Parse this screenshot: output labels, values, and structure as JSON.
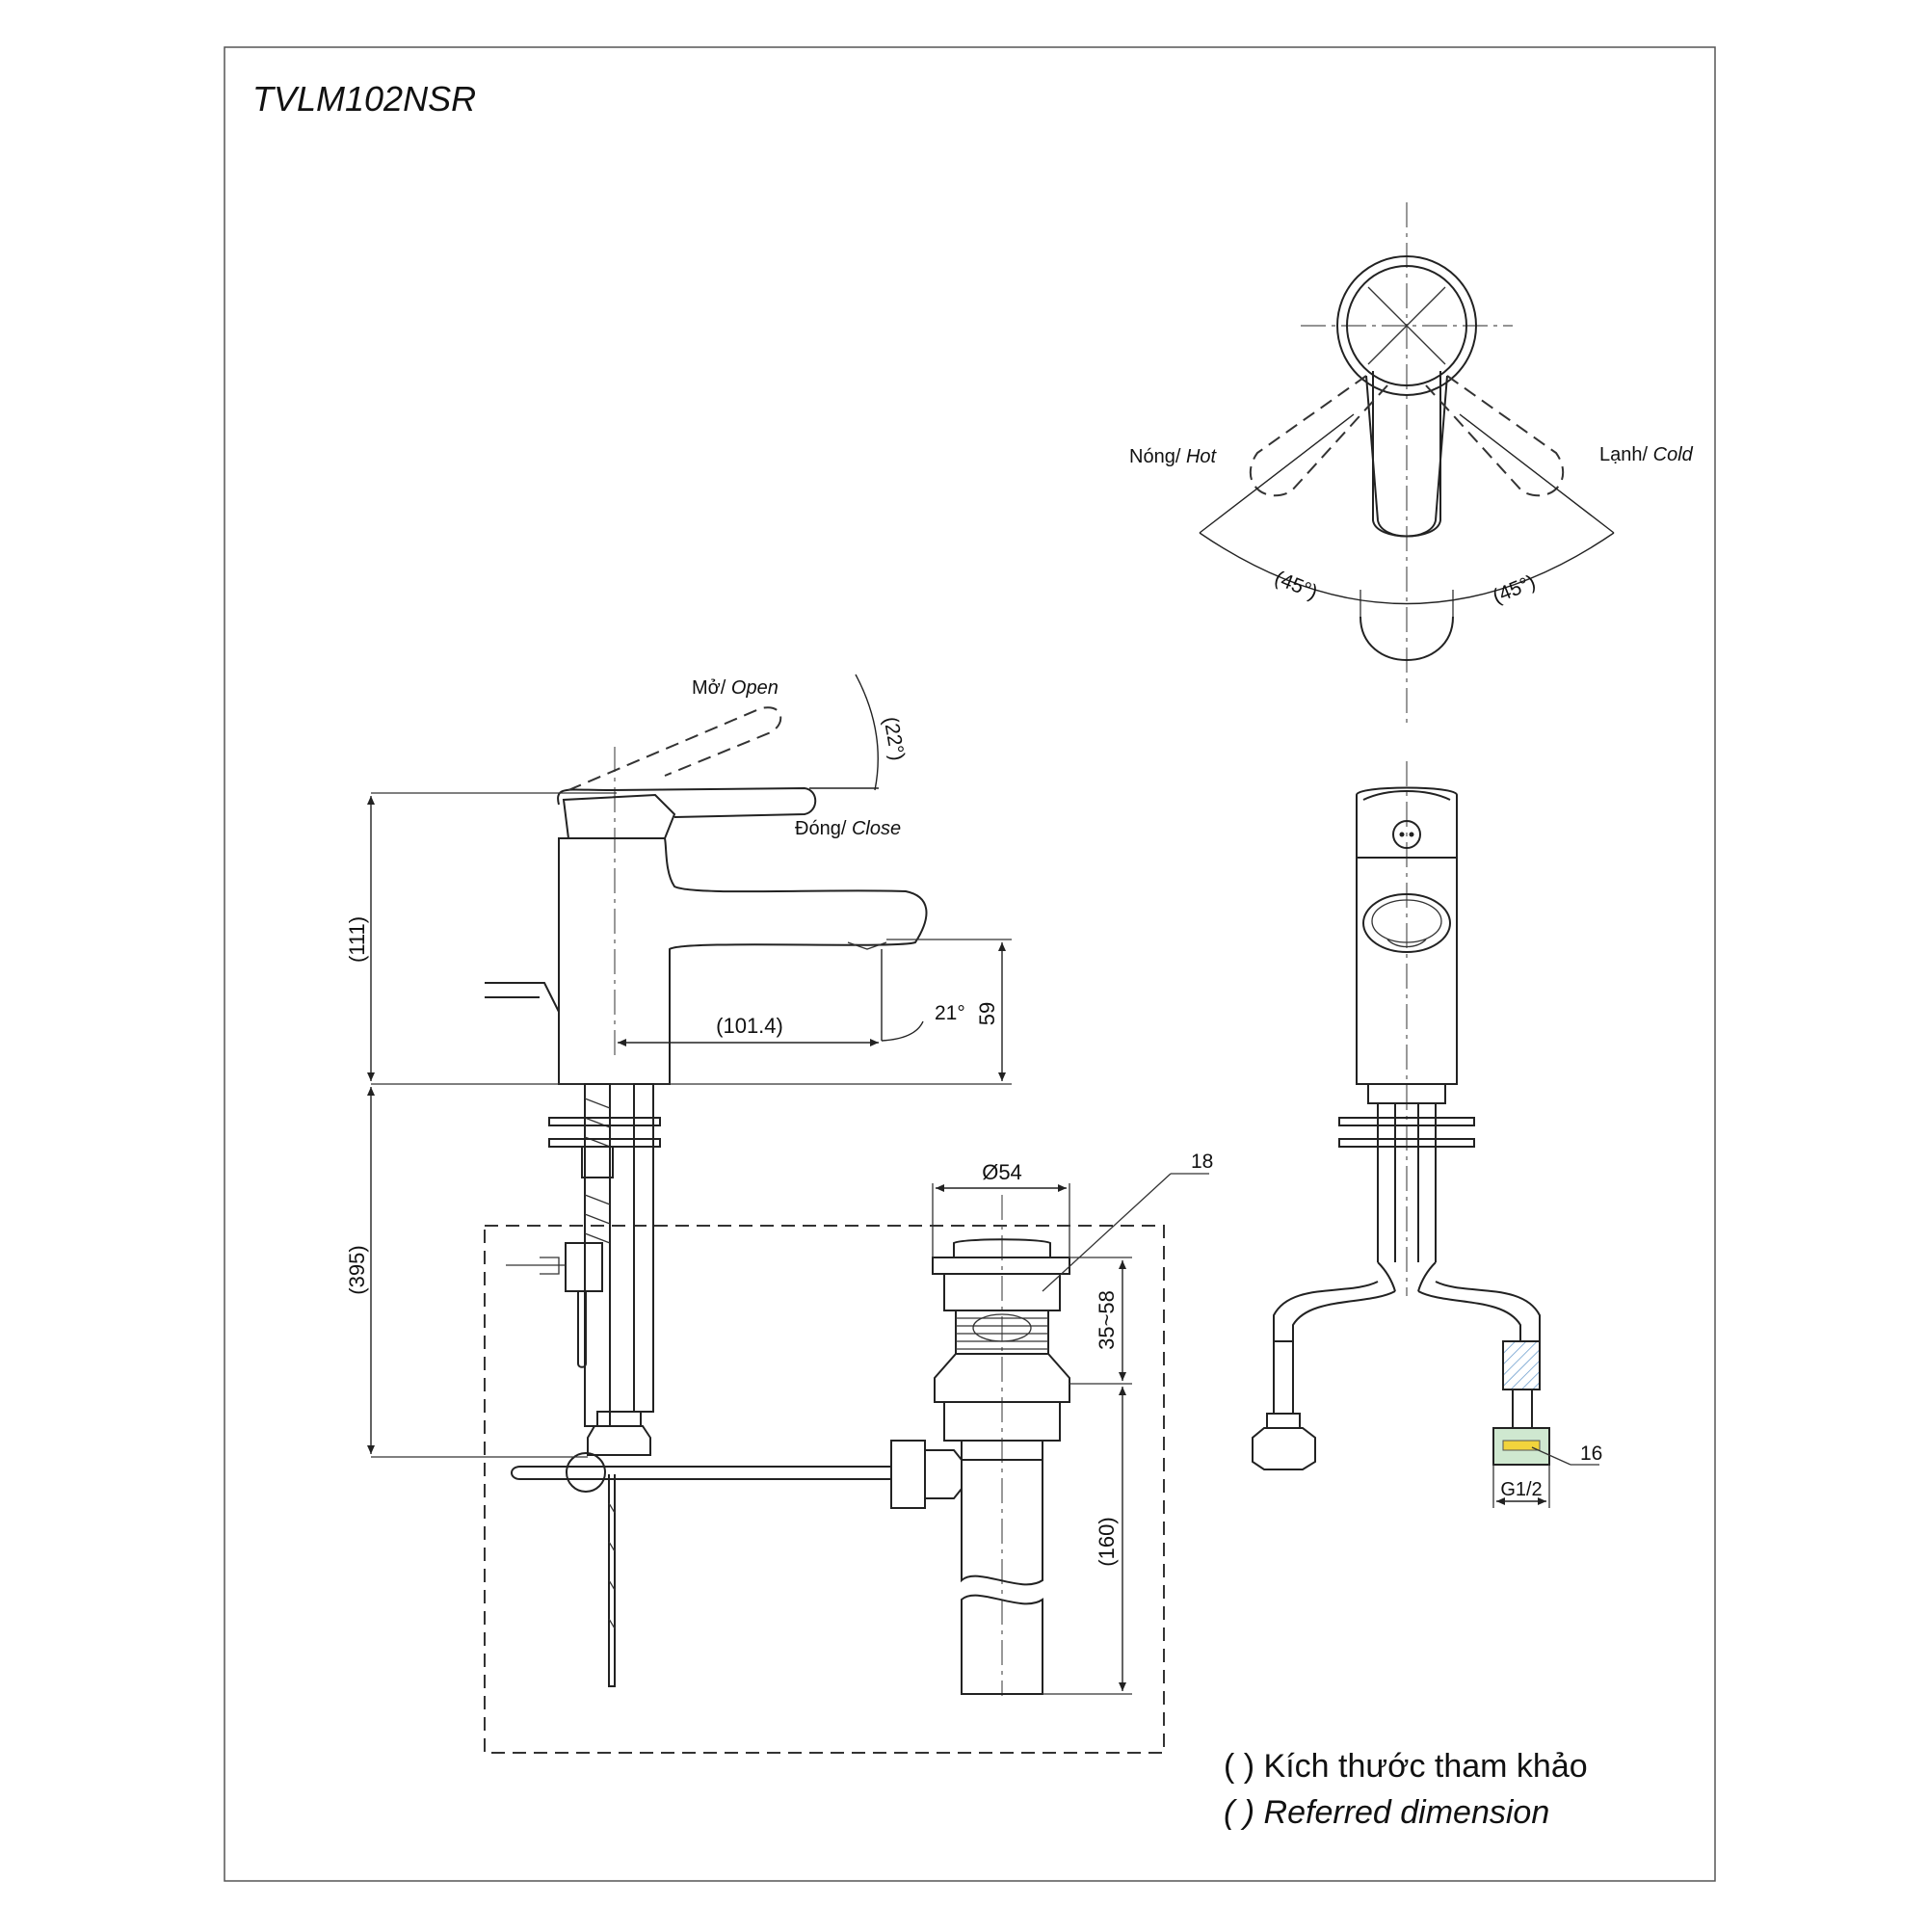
{
  "title": "TVLM102NSR",
  "labels": {
    "hot": "Nóng/",
    "hot_en": "Hot",
    "cold": "Lạnh/",
    "cold_en": "Cold",
    "angle_left": "(45°)",
    "angle_right": "(45°)",
    "open": "Mở/",
    "open_en": "Open",
    "close": "Đóng/",
    "close_en": "Close",
    "lever_angle": "(22°)",
    "spout_angle": "21°"
  },
  "dimensions": {
    "height_total": "(111)",
    "spout_height": "59",
    "spout_reach": "(101.4)",
    "hose_length": "(395)",
    "drain_dia": "Ø54",
    "drain_range": "35~58",
    "drain_length": "(160)",
    "thread": "G1/2"
  },
  "callouts": {
    "part_18": "18",
    "part_16": "16"
  },
  "legend": {
    "vi_paren": "( )",
    "vi": "Kích thước tham khảo",
    "en_paren": "( )",
    "en": "Referred dimension"
  }
}
